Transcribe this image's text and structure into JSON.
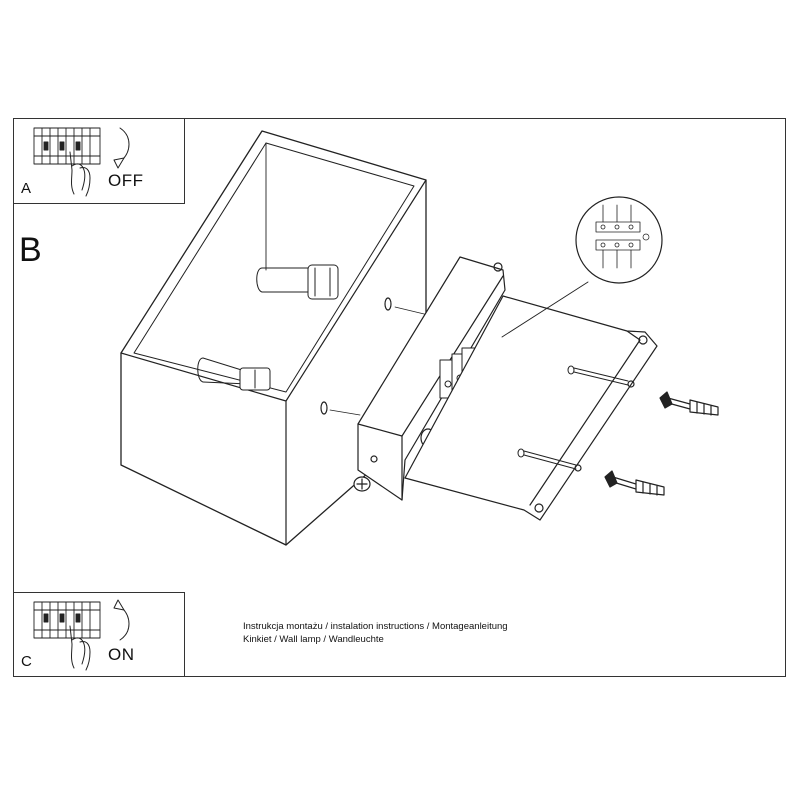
{
  "steps": {
    "a_letter": "A",
    "a_action": "OFF",
    "b_letter": "B",
    "c_letter": "C",
    "c_action": "ON"
  },
  "caption": {
    "line1": "Instrukcja montażu / instalation instructions / Montageanleitung",
    "line2": "Kinkiet / Wall lamp / Wandleuchte"
  },
  "icons": [
    "breaker-panel-icon",
    "hand-icon",
    "arrow-down-icon",
    "arrow-up-icon",
    "wiring-detail-icon",
    "screw-icon",
    "wall-plug-icon"
  ]
}
